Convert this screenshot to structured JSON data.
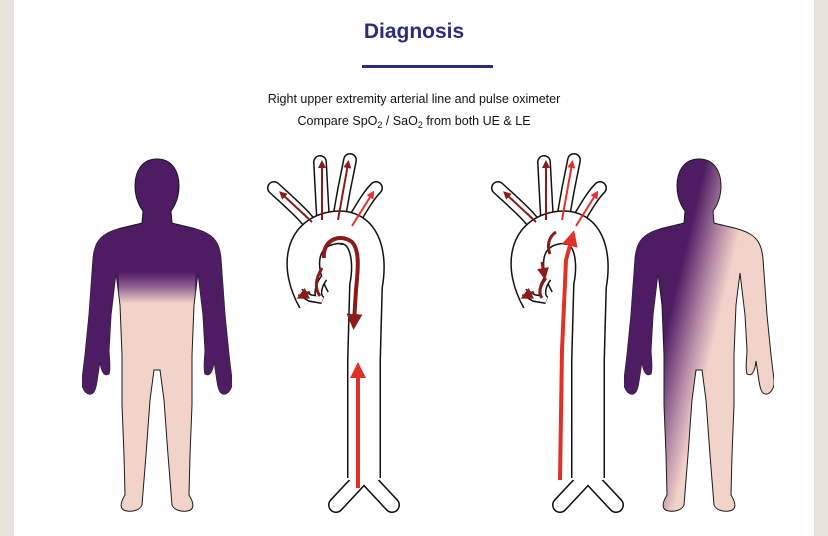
{
  "title": "Diagnosis",
  "subtitle_line1": "Right upper extremity arterial line and pulse oximeter",
  "subtitle_line2": {
    "prefix": "Compare SpO",
    "sub1": "2",
    "middle": " / SaO",
    "sub2": "2",
    "suffix": " from both UE & LE"
  },
  "colors": {
    "title": "#2b2d7a",
    "cyanosis": "#4e1c63",
    "skin": "#f2d3c9",
    "deoxygenated_flow": "#8b1a1a",
    "oxygenated_flow": "#e0302a"
  },
  "figures": [
    {
      "name": "left-body",
      "cyanosis_region": "upper body (head, both arms, chest)"
    },
    {
      "name": "left-aorta",
      "flow": "arch flow descending, lower flow ascending"
    },
    {
      "name": "right-aorta",
      "flow": "ascending flow from lower body through aorta"
    },
    {
      "name": "right-body",
      "cyanosis_region": "head, right arm and right upper chest"
    }
  ]
}
